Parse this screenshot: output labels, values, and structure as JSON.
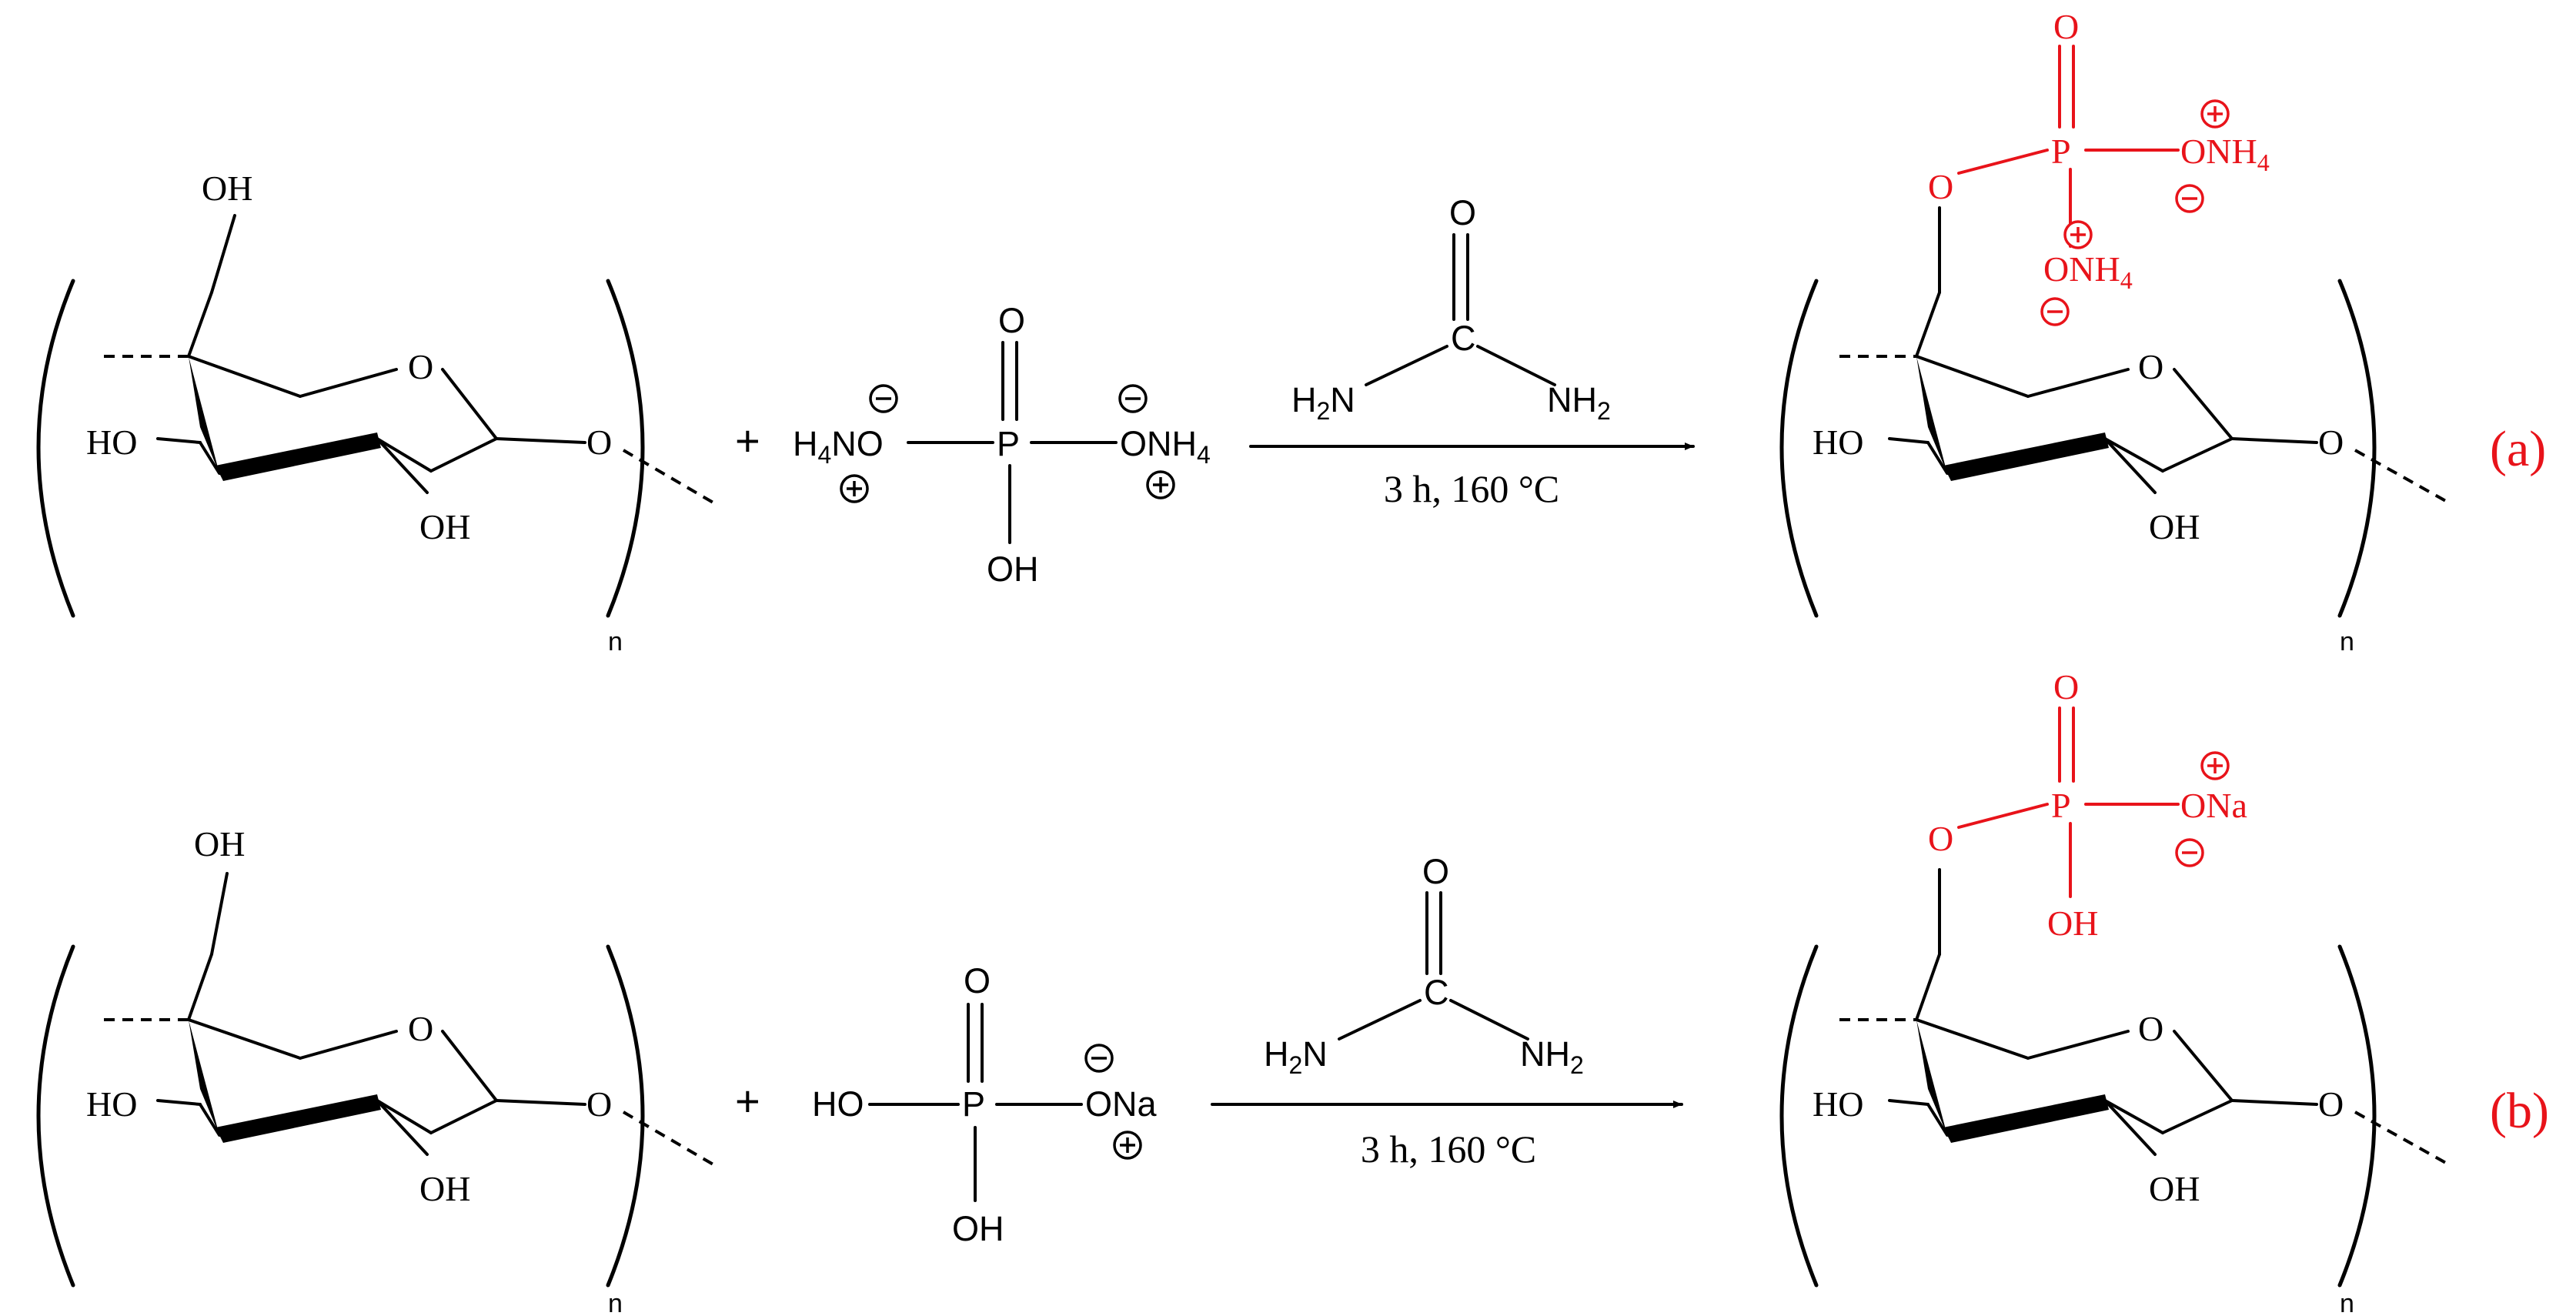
{
  "labels": {
    "oh": "OH",
    "ho": "HO",
    "ring_o": "O",
    "glyco_o": "O",
    "p": "P",
    "carbonyl_o": "O",
    "c": "C",
    "h": "H",
    "nh": "NH",
    "na": "Na",
    "o": "O",
    "sub2": "2",
    "sub4": "4",
    "repeat_n": "n",
    "plus": "+"
  },
  "reactions": [
    {
      "tag": "(a)",
      "conditions": "3 h, 160 °C",
      "reagent": "ammonium phosphate",
      "product_color": "#e8131a"
    },
    {
      "tag": "(b)",
      "conditions": "3 h, 160 °C",
      "reagent": "sodium phosphate",
      "product_color": "#e8131a"
    }
  ],
  "colors": {
    "bond": "#000000",
    "highlight": "#e8131a",
    "background": "#ffffff"
  }
}
